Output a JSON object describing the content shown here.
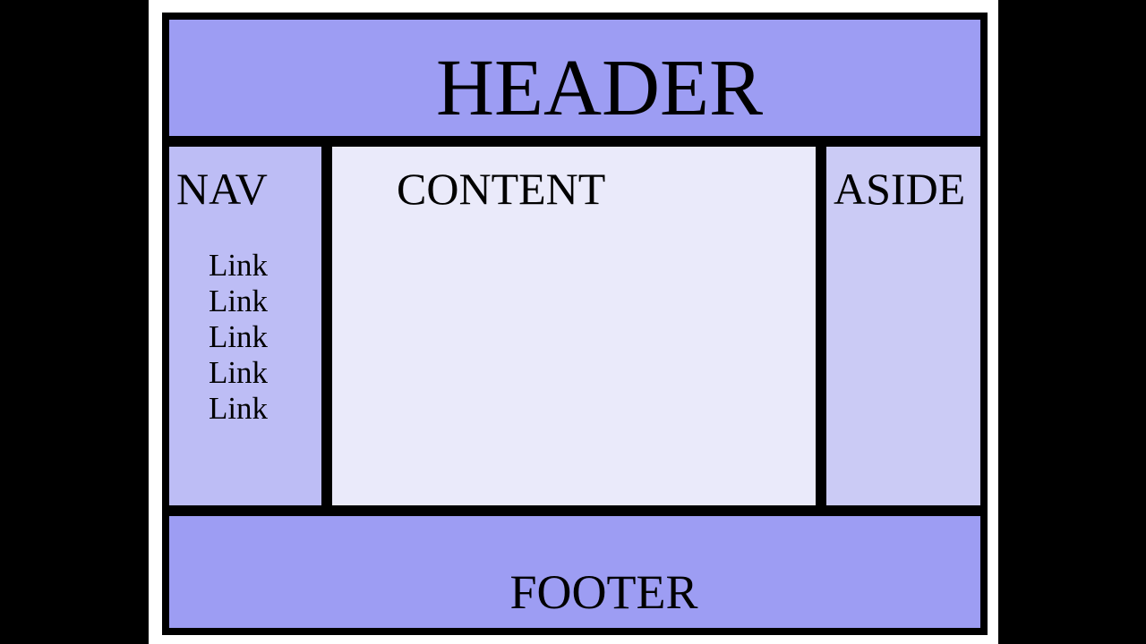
{
  "colors": {
    "letterbox": "#000000",
    "page_bg": "#ffffff",
    "border": "#000000",
    "header_bg": "#9d9df3",
    "footer_bg": "#9d9df3",
    "nav_bg": "#bdbdf5",
    "content_bg": "#eaeafa",
    "aside_bg": "#cbcbf5",
    "text": "#000000"
  },
  "header": {
    "title": "HEADER"
  },
  "nav": {
    "title": "NAV",
    "links": [
      {
        "label": "Link"
      },
      {
        "label": "Link"
      },
      {
        "label": "Link"
      },
      {
        "label": "Link"
      },
      {
        "label": "Link"
      }
    ]
  },
  "content": {
    "title": "CONTENT"
  },
  "aside": {
    "title": "ASIDE"
  },
  "footer": {
    "title": "FOOTER"
  }
}
